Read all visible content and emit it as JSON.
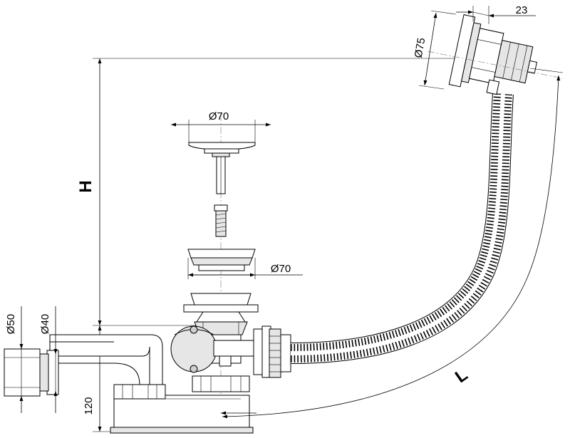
{
  "dimensions": {
    "cap_diameter": "Ø70",
    "ring_diameter": "Ø70",
    "overflow_diameter": "Ø75",
    "overflow_depth": "23",
    "outlet_outer_diameter": "Ø50",
    "outlet_inner_diameter": "Ø40",
    "trap_height": "120",
    "height": "H",
    "length": "L"
  }
}
